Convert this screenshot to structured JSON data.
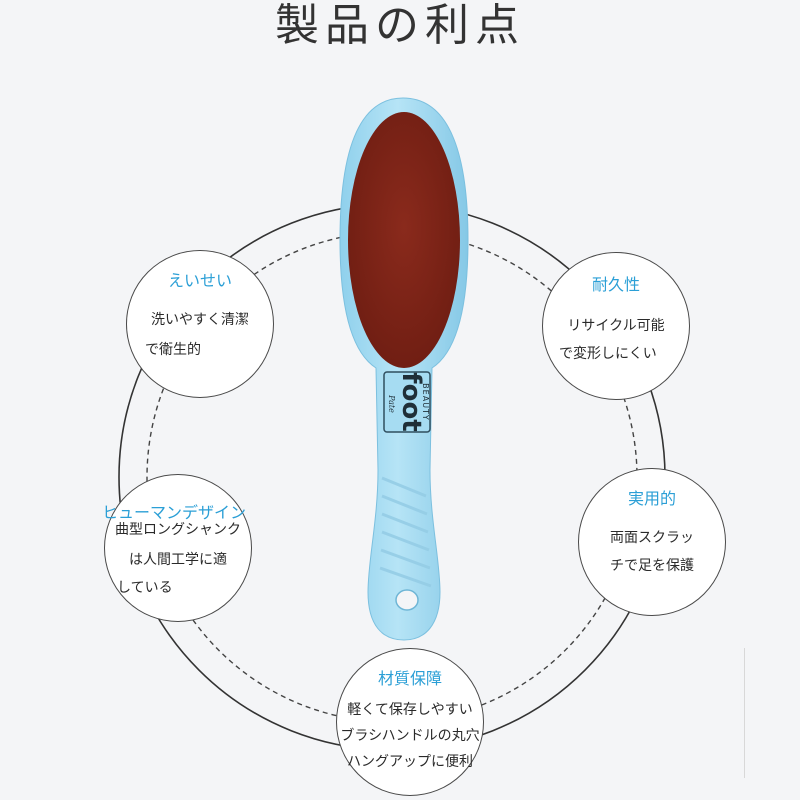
{
  "page": {
    "title": "製品の利点",
    "colors": {
      "background": "#f4f5f7",
      "accent": "#2b9fd6",
      "handle": "#a9dbf0",
      "pad": "#7d2317",
      "ring": "#333333"
    }
  },
  "product": {
    "brand_main": "foot",
    "brand_top": "BEAUTY",
    "brand_script": "Pate"
  },
  "features": [
    {
      "heading": "えいせい",
      "lines": [
        "洗いやすく清潔",
        "で衛生的"
      ]
    },
    {
      "heading": "耐久性",
      "lines": [
        "リサイクル可能",
        "で変形しにくい"
      ]
    },
    {
      "heading": "ヒューマンデザイン",
      "lines": [
        "曲型ロングシャンク",
        "は人間工学に適",
        "している"
      ]
    },
    {
      "heading": "実用的",
      "lines": [
        "両面スクラッ",
        "チで足を保護"
      ]
    },
    {
      "heading": "材質保障",
      "lines": [
        "軽くて保存しやすい",
        "ブラシハンドルの丸穴",
        "ハングアップに便利"
      ]
    }
  ]
}
